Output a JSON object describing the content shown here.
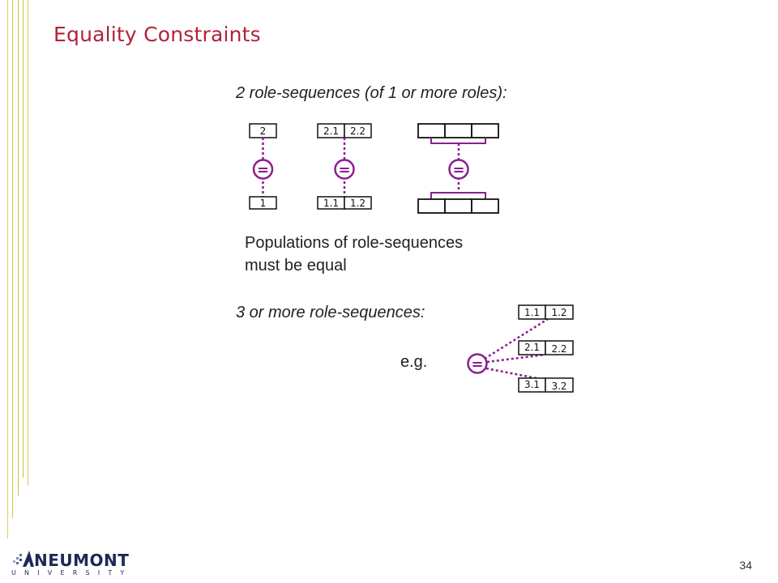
{
  "slide": {
    "title": "Equality Constraints",
    "heading_two": "2 role-sequences (of 1 or more roles):",
    "populations_line1": "Populations of role-sequences",
    "populations_line2": "must be equal",
    "heading_three": "3 or more role-sequences:",
    "eg": "e.g.",
    "page_number": "34"
  },
  "diagram_two": {
    "constraint_symbol": "=",
    "example_a": {
      "top": [
        "2"
      ],
      "bottom": [
        "1"
      ]
    },
    "example_b": {
      "top": [
        "2.1",
        "2.2"
      ],
      "bottom": [
        "1.1",
        "1.2"
      ]
    }
  },
  "diagram_three": {
    "constraint_symbol": "=",
    "sequences": [
      [
        "1.1",
        "1.2"
      ],
      [
        "2.1",
        "2.2"
      ],
      [
        "3.1",
        "3.2"
      ]
    ]
  },
  "logo": {
    "word": "NEUMONT",
    "sub": "UNIVERSITY"
  },
  "colors": {
    "title": "#b2223a",
    "constraint": "#8b1f8f",
    "rule": "#c9c23a"
  }
}
